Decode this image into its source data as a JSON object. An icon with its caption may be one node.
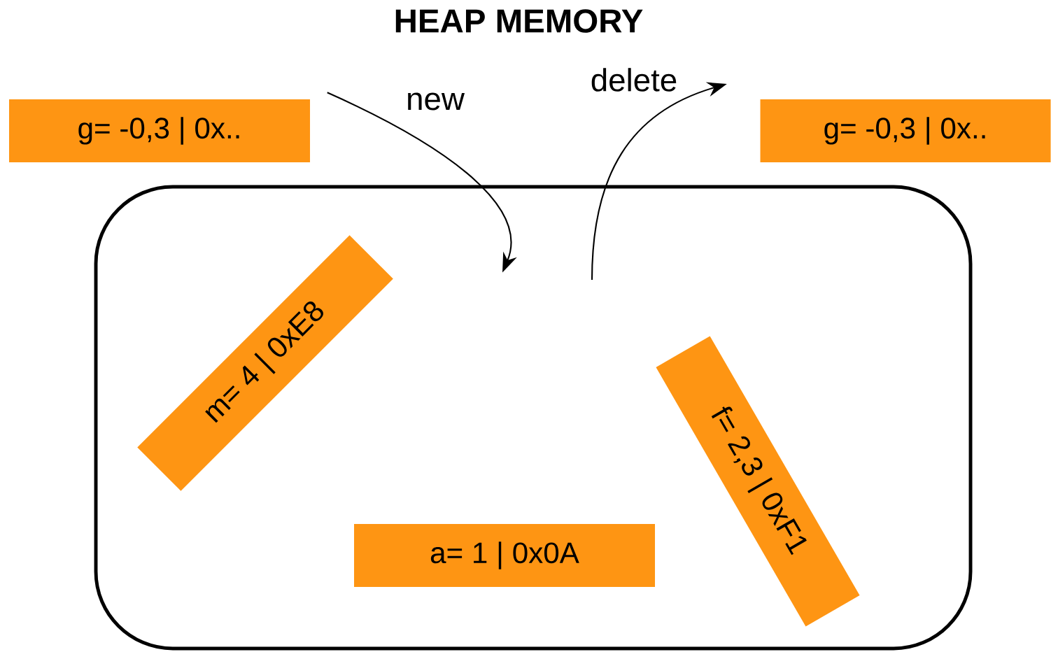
{
  "diagram": {
    "title": "HEAP MEMORY",
    "nodes": [
      {
        "text": [
          "g= -0,3 | 0x.."
        ]
      },
      {
        "text": [
          "g= -0,3 | 0x.."
        ]
      },
      {
        "text": [],
        "shape": "box"
      },
      {
        "text": [
          "m= 4 | 0xE8"
        ],
        "in": 2
      },
      {
        "text": [
          "f= 2,3 | 0xF1"
        ],
        "in": 2
      },
      {
        "text": [
          "a= 1 | 0x0A"
        ],
        "in": 2
      }
    ],
    "edges": [
      {
        "from": 0,
        "to": 2,
        "arrow": "to",
        "label": "new"
      },
      {
        "from": null,
        "to": 1,
        "arrow": "to",
        "label": "delete"
      }
    ]
  }
}
